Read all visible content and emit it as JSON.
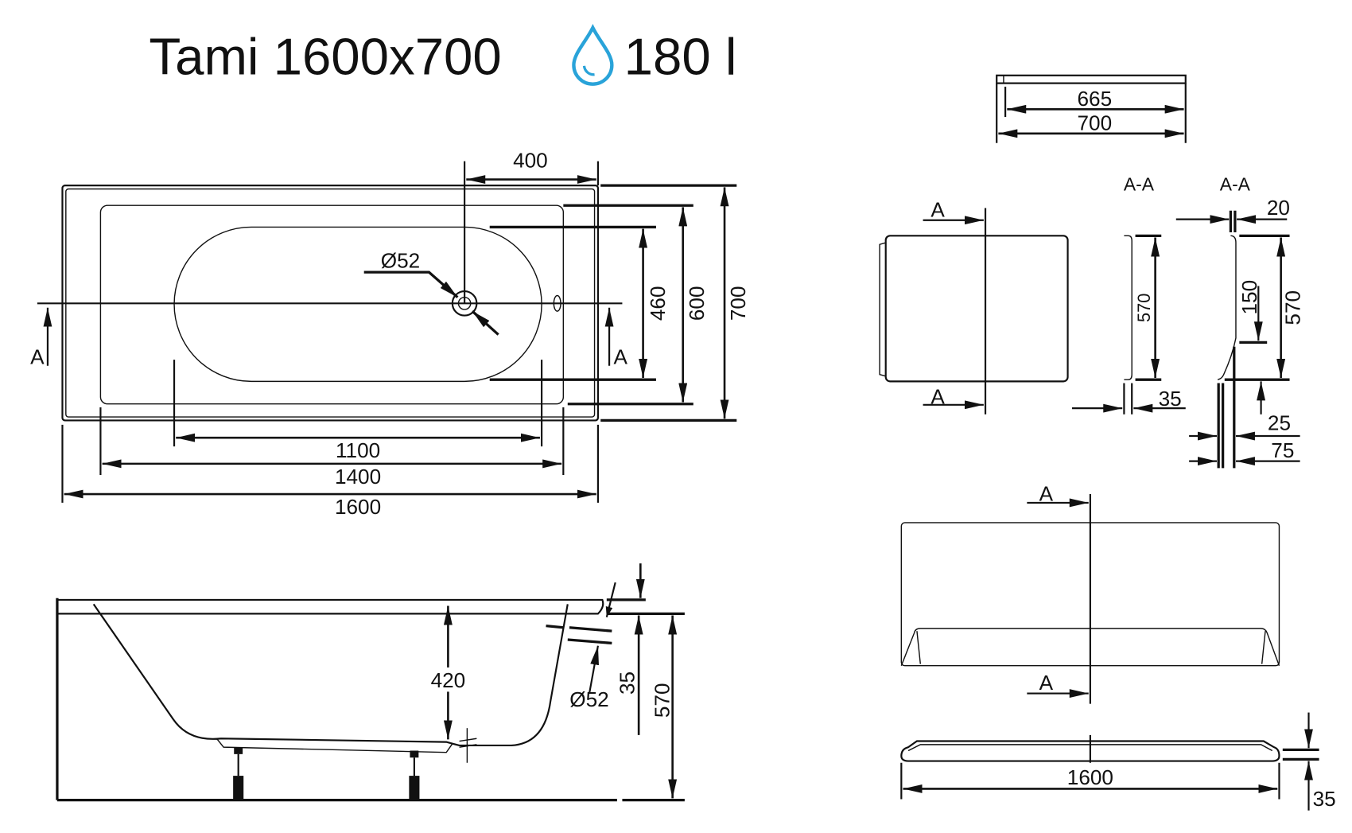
{
  "title": {
    "model": "Tami 1600x700",
    "volume": "180 l",
    "volume_icon": "water-drop-icon",
    "icon_color": "#29a3d9"
  },
  "top_view": {
    "width_400": "400",
    "drain_diameter": "Ø52",
    "section_mark": "A",
    "inner_460": "460",
    "inner_600": "600",
    "outer_700": "700",
    "bottom_1100": "1100",
    "inner_1400": "1400",
    "outer_1600": "1600"
  },
  "side_view": {
    "depth_420": "420",
    "overflow_diameter": "Ø52",
    "rim_35": "35",
    "height_570": "570"
  },
  "panel_end": {
    "top_665": "665",
    "top_700": "700",
    "section_mark": "A"
  },
  "section_1": {
    "label": "A-A",
    "height": "570",
    "thickness": "35"
  },
  "section_2": {
    "label": "A-A",
    "top": "20",
    "offset": "150",
    "height": "570",
    "gap": "25",
    "foot": "75"
  },
  "panel_front": {
    "section_mark": "A",
    "length": "1600",
    "thickness": "35"
  }
}
